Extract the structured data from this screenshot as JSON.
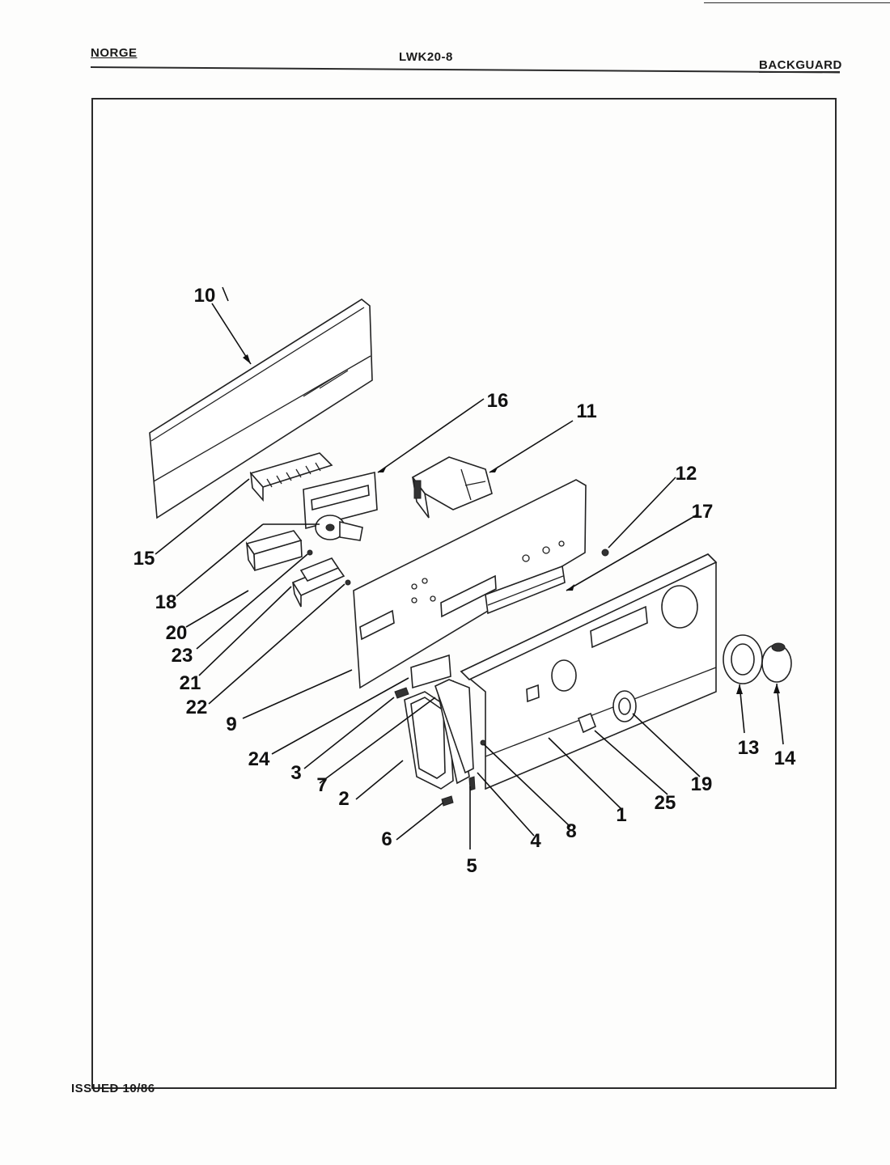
{
  "header": {
    "brand": "NORGE",
    "model": "LWK20-8",
    "section": "BACKGUARD"
  },
  "footer": {
    "issued": "ISSUED 10/86"
  },
  "callouts": {
    "c1": "1",
    "c2": "2",
    "c3": "3",
    "c4": "4",
    "c5": "5",
    "c6": "6",
    "c7": "7",
    "c8": "8",
    "c9": "9",
    "c10": "10",
    "c11": "11",
    "c12": "12",
    "c13": "13",
    "c14": "14",
    "c15": "15",
    "c16": "16",
    "c17": "17",
    "c18": "18",
    "c19": "19",
    "c20": "20",
    "c21": "21",
    "c22": "22",
    "c23": "23",
    "c24": "24",
    "c25": "25"
  }
}
